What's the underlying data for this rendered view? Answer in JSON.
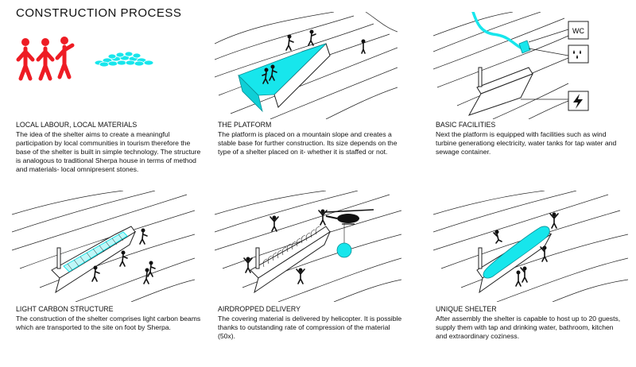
{
  "title": "CONSTRUCTION PROCESS",
  "panels": [
    {
      "title": "LOCAL LABOUR, LOCAL MATERIALS",
      "body": "The idea of the shelter aims to create a meaningful participation by local communities in tourism therefore the base of the shelter is built in simple technology. The structure is analogous to traditional Sherpa house in terms of method and materials- local omnipresent stones."
    },
    {
      "title": "THE PLATFORM",
      "body": "The platform is placed on a mountain slope and creates a stable base for further construction. Its size depends on the type of a shelter placed on it- whether it is staffed or not."
    },
    {
      "title": "BASIC FACILITIES",
      "body": "Next the platform is equipped with facilities such as wind turbine generationg electricity, water tanks for tap water and sewage container.",
      "icon_label": "WC"
    },
    {
      "title": "LIGHT CARBON STRUCTURE",
      "body": "The construction of the shelter comprises light carbon beams which are transported to the site on foot by Sherpa."
    },
    {
      "title": "AIRDROPPED DELIVERY",
      "body": "The covering material is delivered by helicopter. It is possible thanks to outstanding rate of compression of the material (50x)."
    },
    {
      "title": "UNIQUE SHELTER",
      "body": "After assembly the shelter is capable to host up to 20 guests, supply them with tap and drinking water, bathroom, kitchen and extraordinary coziness."
    }
  ],
  "colors": {
    "accent": "#17e6ec",
    "people": "#ee1c24",
    "ink": "#111111"
  },
  "icons": [
    "people-icon",
    "stones-icon",
    "wc-icon",
    "water-drops-icon",
    "lightning-icon",
    "helicopter-icon",
    "hiker-icon"
  ]
}
